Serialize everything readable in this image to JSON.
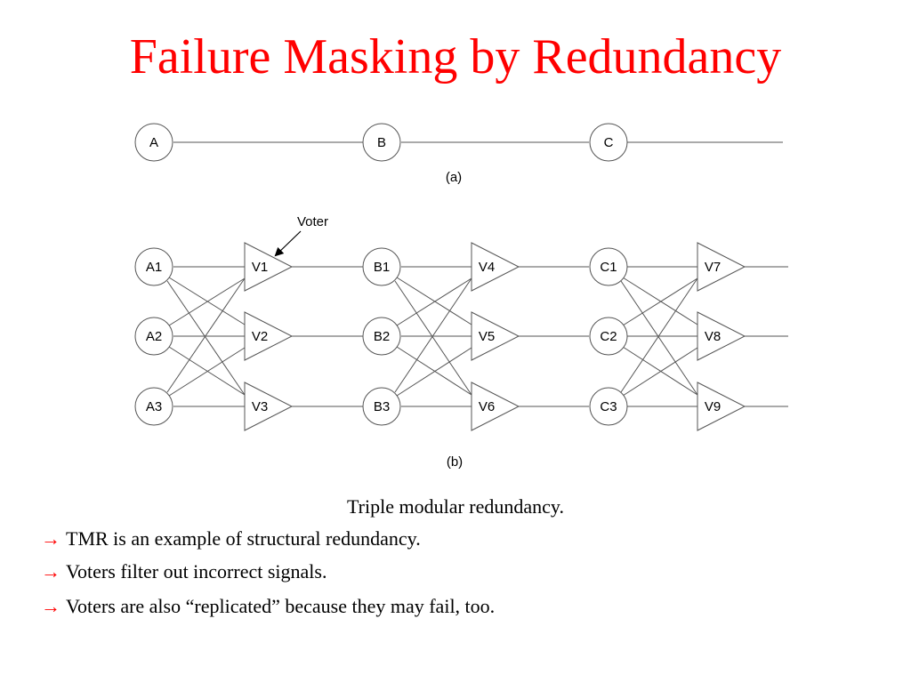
{
  "slide": {
    "title": "Failure Masking by Redundancy",
    "caption": "Triple modular redundancy.",
    "bullets": [
      {
        "arrow": "→",
        "text": "TMR is an example of structural redundancy."
      },
      {
        "arrow": "→",
        "text": "Voters filter out incorrect signals."
      },
      {
        "arrow": "→",
        "text": "Voters are also “replicated” because they may fail, too."
      }
    ],
    "colors": {
      "title": "#ff0000",
      "arrow": "#ff0000",
      "text": "#000000",
      "lines": "#555555"
    }
  },
  "diagram": {
    "a": {
      "nodes": [
        "A",
        "B",
        "C"
      ],
      "label": "(a)"
    },
    "b": {
      "label": "(b)",
      "voter_annotation": "Voter",
      "stages": [
        {
          "modules": [
            "A1",
            "A2",
            "A3"
          ],
          "voters": [
            "V1",
            "V2",
            "V3"
          ]
        },
        {
          "modules": [
            "B1",
            "B2",
            "B3"
          ],
          "voters": [
            "V4",
            "V5",
            "V6"
          ]
        },
        {
          "modules": [
            "C1",
            "C2",
            "C3"
          ],
          "voters": [
            "V7",
            "V8",
            "V9"
          ]
        }
      ]
    }
  }
}
